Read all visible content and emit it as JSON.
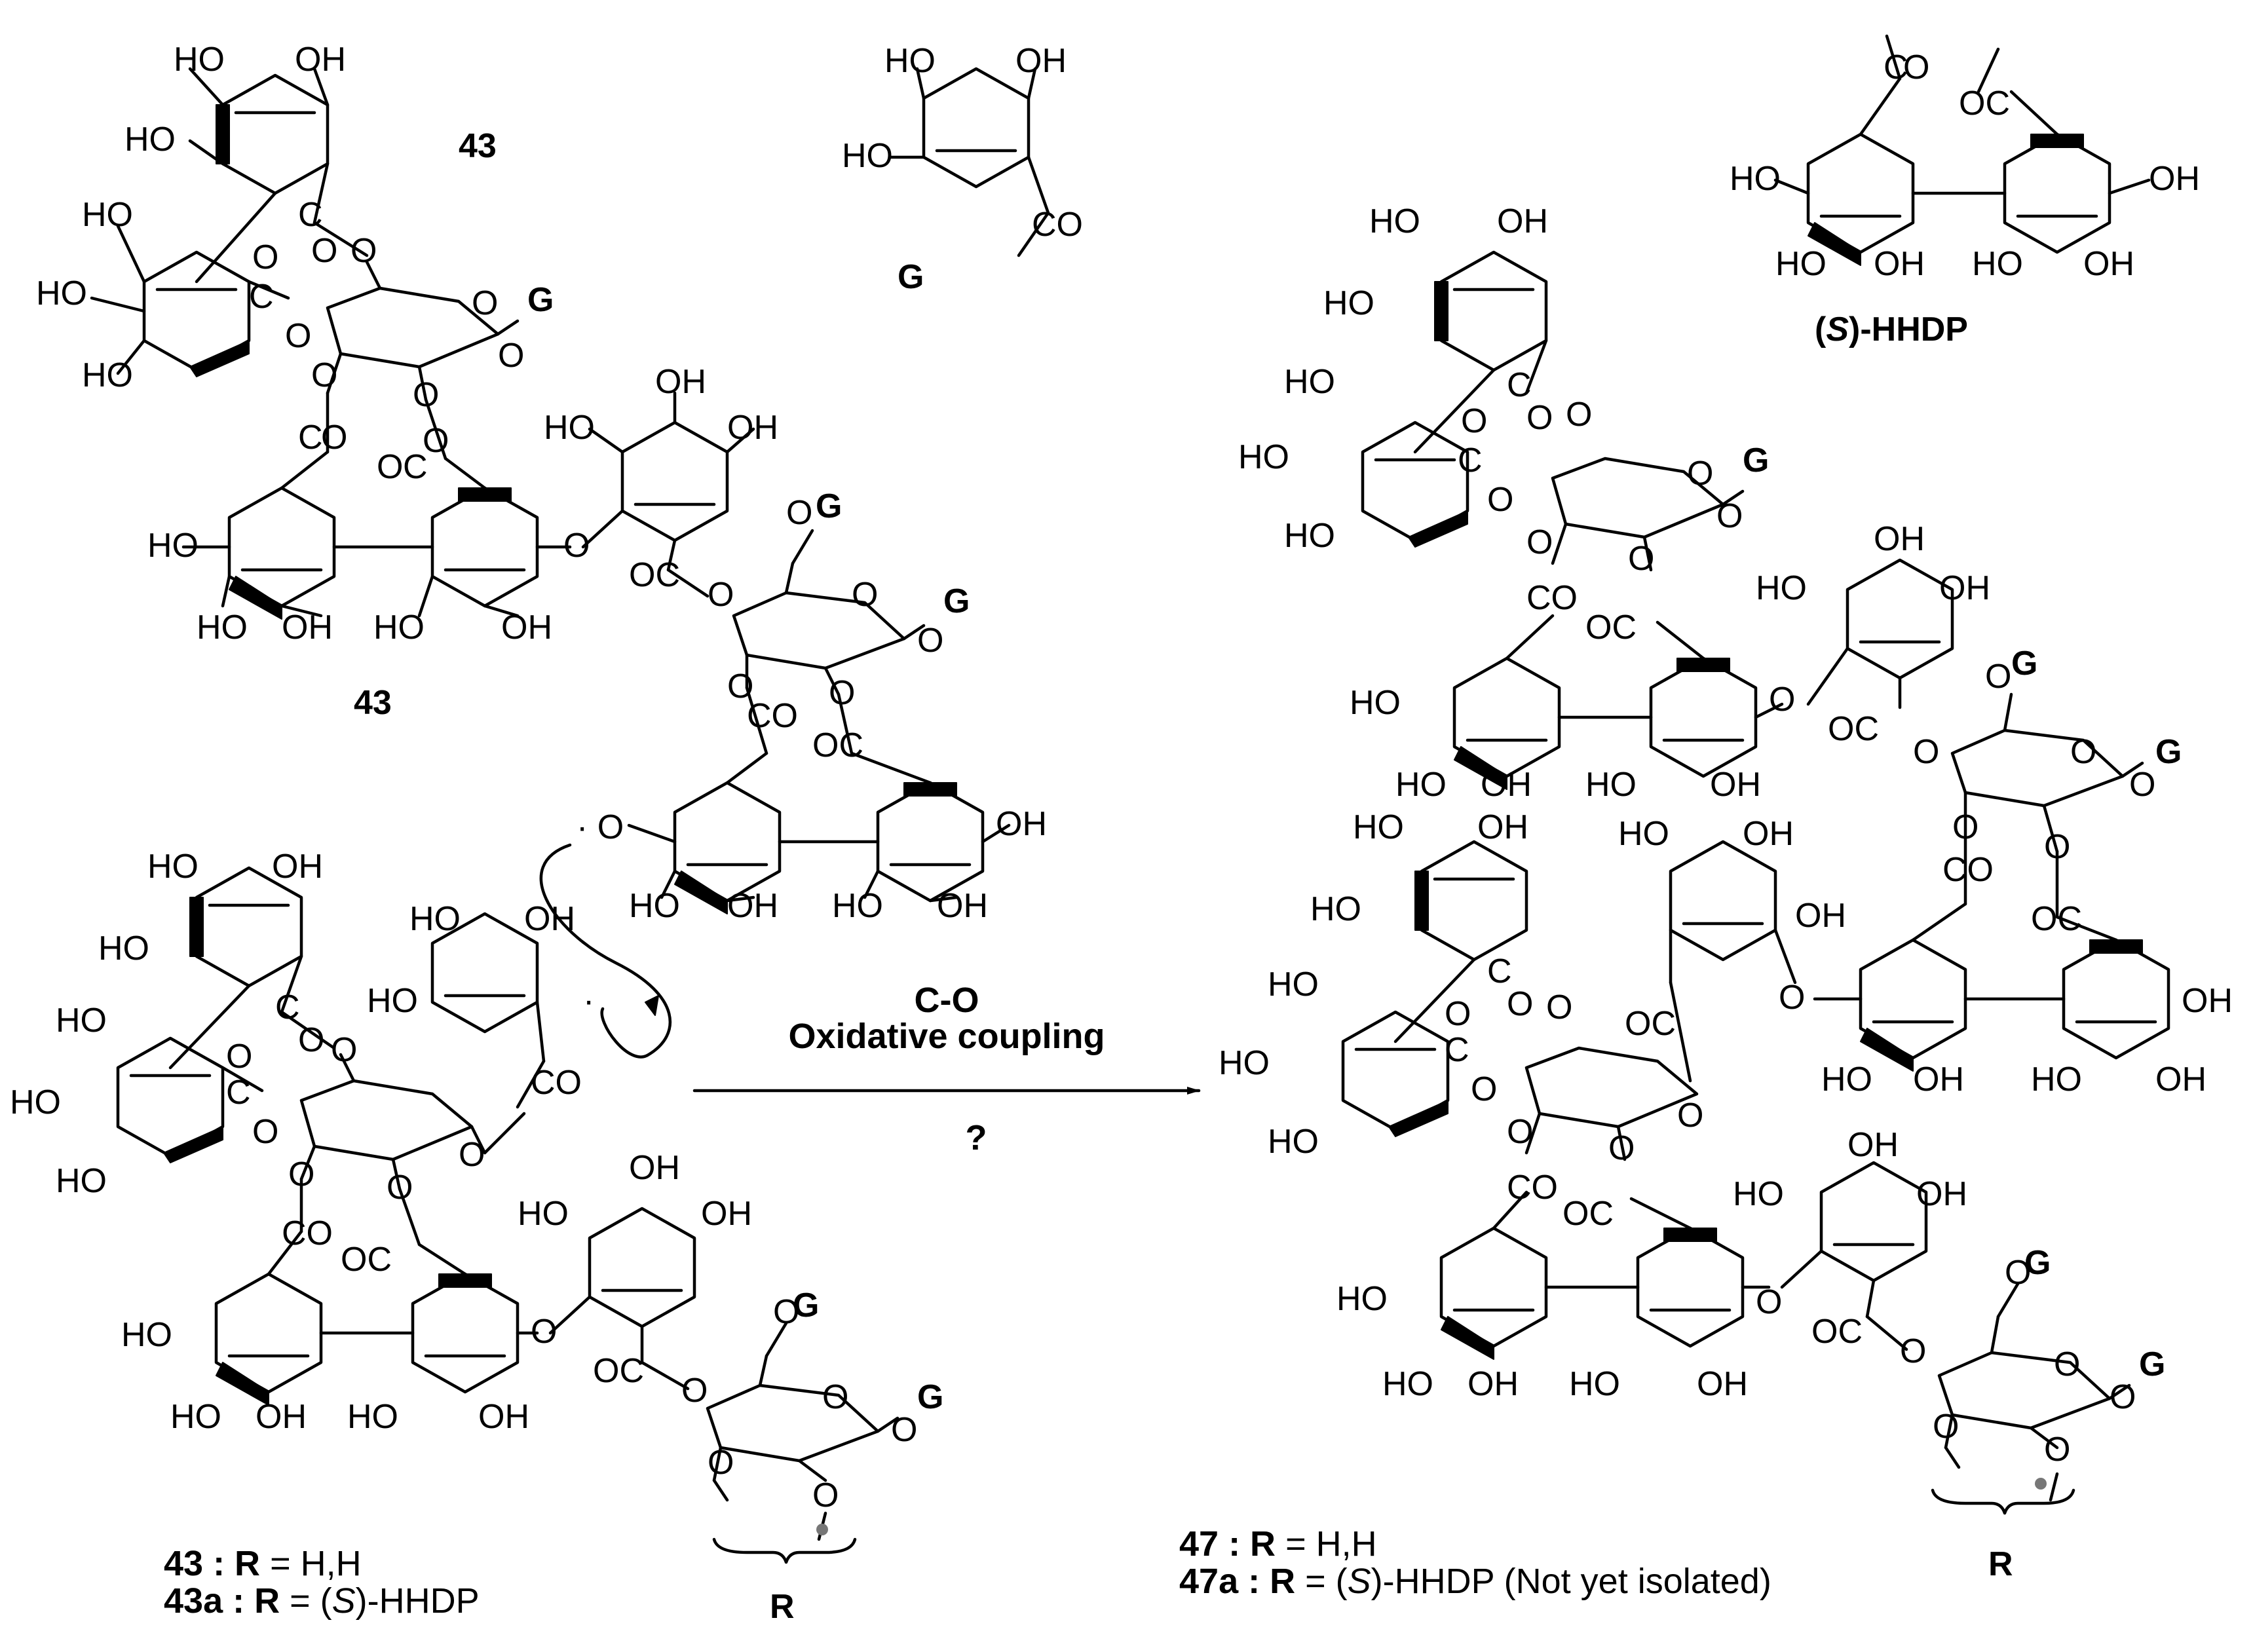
{
  "labels": {
    "ho": "HO",
    "oh": "OH",
    "o": "O",
    "c": "C",
    "co": "CO",
    "oc": "OC",
    "g": "G",
    "r": "R",
    "c43": "43",
    "s": "S",
    "hhdp_paren_open": "(",
    "hhdp_suffix": ")-HHDP",
    "rad_o": "· O",
    "radical_dot": "·"
  },
  "reaction": {
    "condition_1": "C-O",
    "condition_2": "Oxidative coupling",
    "below": "?"
  },
  "legends": {
    "l43_id": "43 : R",
    "l43_def": " = H,H",
    "l43a_id": "43a : R",
    "l43a_pre": " = (",
    "s": "S",
    "l43a_post": ")-HHDP",
    "l47_id": "47 : R",
    "l47_def": " = H,H",
    "l47a_id": "47a : R",
    "l47a_pre": " = (",
    "l47a_post": ")-HHDP (Not yet isolated)"
  }
}
